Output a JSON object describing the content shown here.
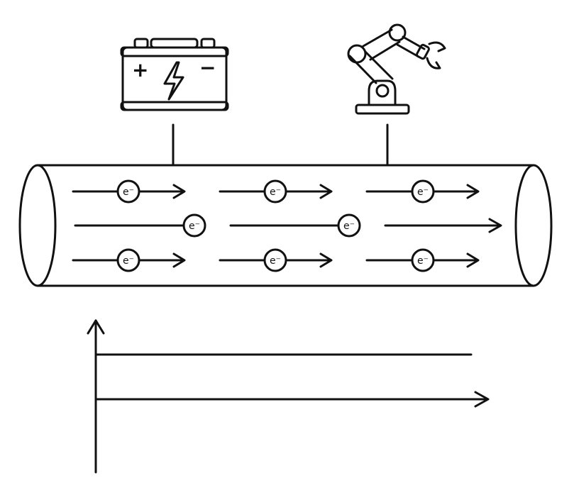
{
  "colors": {
    "ink": "#111111",
    "background": "#ffffff"
  },
  "battery": {
    "plus": "+",
    "minus": "−",
    "icon": "battery-icon",
    "bolt_icon": "lightning-bolt-icon"
  },
  "robot": {
    "icon": "robot-arm-icon"
  },
  "electron": {
    "label": "e⁻"
  },
  "rows": [
    {
      "arrow_segments": 3,
      "electrons": 3
    },
    {
      "arrow_segments": 3,
      "electrons": 2
    },
    {
      "arrow_segments": 3,
      "electrons": 3
    }
  ]
}
